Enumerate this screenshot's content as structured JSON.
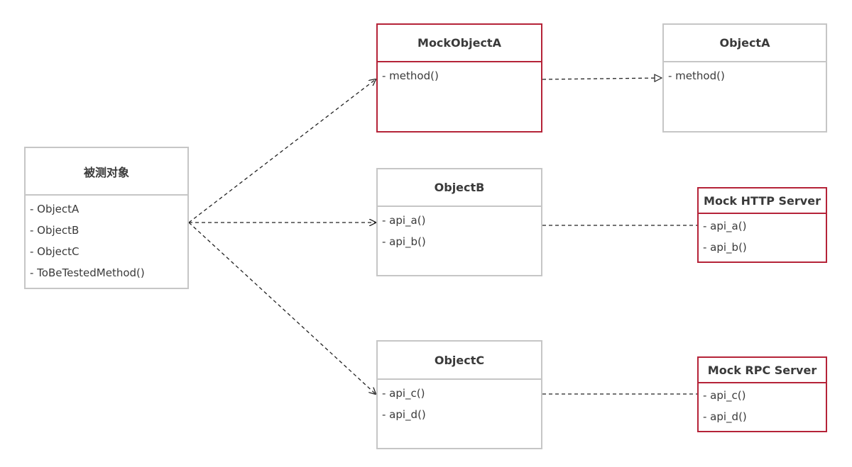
{
  "diagram": {
    "subject": {
      "title": "被测对象",
      "items": [
        "- ObjectA",
        "- ObjectB",
        "- ObjectC",
        "- ToBeTestedMethod()"
      ]
    },
    "mock_object_a": {
      "title": "MockObjectA",
      "items": [
        "- method()"
      ]
    },
    "object_a": {
      "title": "ObjectA",
      "items": [
        "- method()"
      ]
    },
    "object_b": {
      "title": "ObjectB",
      "items": [
        "- api_a()",
        "- api_b()"
      ]
    },
    "object_c": {
      "title": "ObjectC",
      "items": [
        "- api_c()",
        "- api_d()"
      ]
    },
    "mock_http_server": {
      "title": "Mock HTTP Server",
      "items": [
        "- api_a()",
        "- api_b()"
      ]
    },
    "mock_rpc_server": {
      "title": "Mock RPC Server",
      "items": [
        "- api_c()",
        "- api_d()"
      ]
    }
  },
  "colors": {
    "mock_border": "#b52338",
    "normal_border": "#c6c6c6",
    "connector": "#222222"
  }
}
